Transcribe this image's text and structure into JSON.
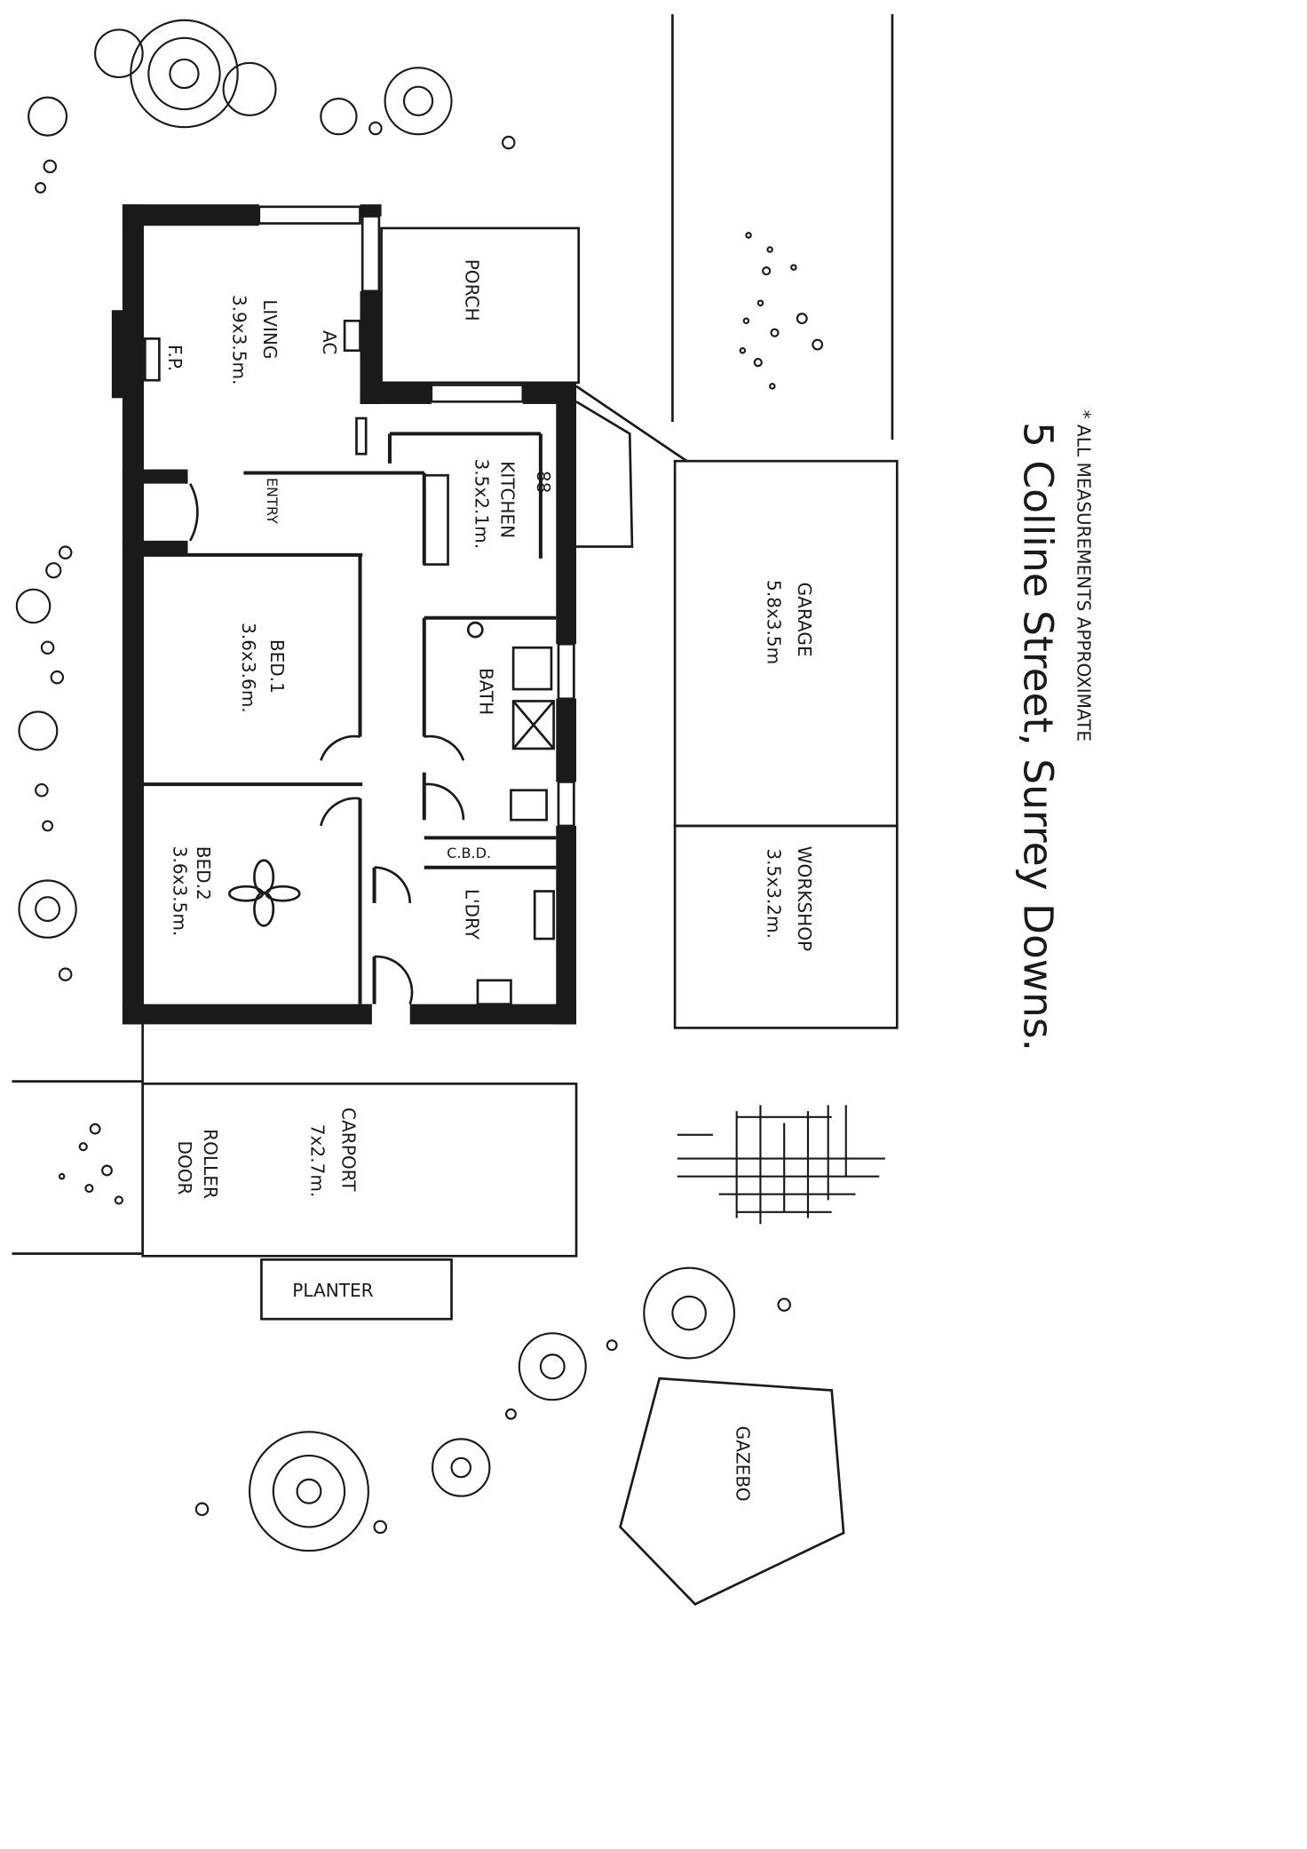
{
  "title": "5 Colline Street, Surrey Downs.",
  "note": "* ALL MEASUREMENTS APPROXIMATE",
  "rooms": {
    "living": {
      "name": "LIVING",
      "size": "3.9x3.5m."
    },
    "ac": "AC",
    "fireplace": "F.P.",
    "porch": "PORCH",
    "kitchen": {
      "name": "KITCHEN",
      "size": "3.5x2.1m."
    },
    "entry": "ENTRY",
    "bed1": {
      "name": "BED.1",
      "size": "3.6x3.6m."
    },
    "bath": "BATH",
    "cbd": "C.B.D.",
    "bed2": {
      "name": "BED.2",
      "size": "3.6x3.5m."
    },
    "laundry": "L'DRY",
    "fridge": "88",
    "garage": {
      "name": "GARAGE",
      "size": "5.8x3.5m"
    },
    "workshop": {
      "name": "WORKSHOP",
      "size": "3.5x3.2m."
    },
    "carport": {
      "name": "CARPORT",
      "size": "7x2.7m."
    },
    "roller_door": {
      "line1": "ROLLER",
      "line2": "DOOR"
    },
    "planter": "PLANTER",
    "gazebo": "GAZEBO"
  }
}
